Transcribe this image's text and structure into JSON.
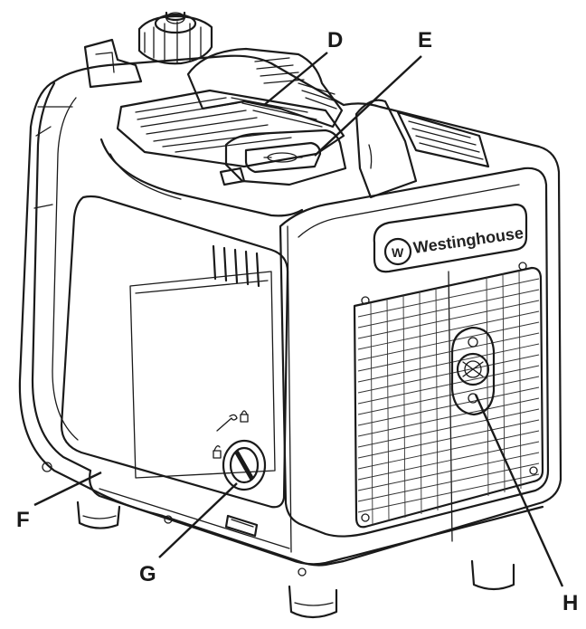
{
  "diagram": {
    "brand_text": "Westinghouse",
    "callouts": {
      "D": "D",
      "E": "E",
      "F": "F",
      "G": "G",
      "H": "H"
    }
  }
}
